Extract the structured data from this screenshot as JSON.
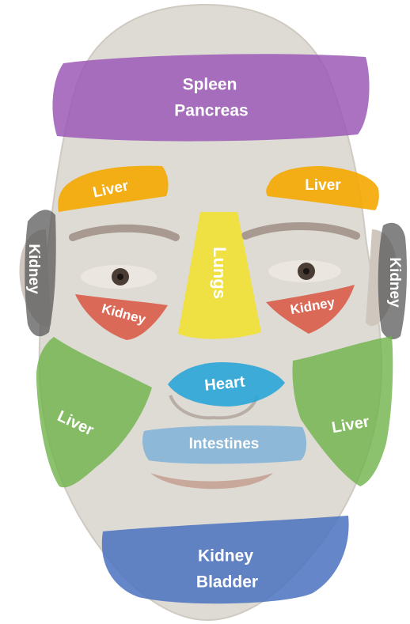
{
  "zones": {
    "forehead": {
      "lines": [
        "Spleen",
        "Pancreas"
      ],
      "color": "#9b59b6"
    },
    "brow_left": {
      "label": "Liver",
      "color": "#f5a700"
    },
    "brow_right": {
      "label": "Liver",
      "color": "#f5a700"
    },
    "temple_left": {
      "label": "Kidney",
      "color": "#5a5a5a"
    },
    "temple_right": {
      "label": "Kidney",
      "color": "#5a5a5a"
    },
    "nose_bridge": {
      "label": "Lungs",
      "color": "#f2e12a"
    },
    "under_eye_left": {
      "label": "Kidney",
      "color": "#d9432f"
    },
    "under_eye_right": {
      "label": "Kidney",
      "color": "#d9432f"
    },
    "nose_tip": {
      "label": "Heart",
      "color": "#2aa5d8"
    },
    "cheek_left": {
      "label": "Liver",
      "color": "#6fb34a"
    },
    "cheek_right": {
      "label": "Liver",
      "color": "#6fb34a"
    },
    "upper_lip": {
      "label": "Intestines",
      "color": "#7fb2d8"
    },
    "chin": {
      "lines": [
        "Kidney",
        "Bladder"
      ],
      "color": "#4a72c0"
    }
  }
}
